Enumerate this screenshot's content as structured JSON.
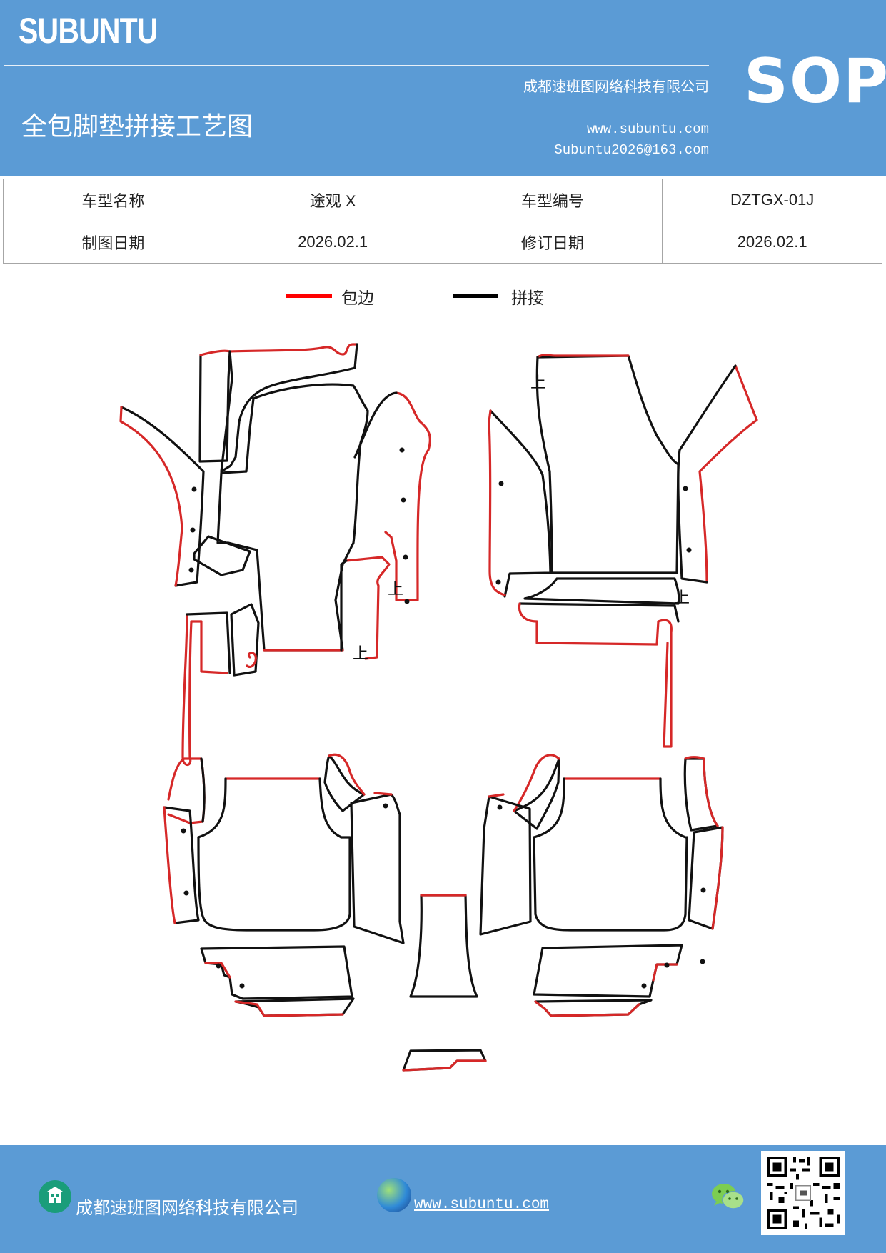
{
  "header": {
    "brand": "SUBUNTU",
    "company": "成都速班图网络科技有限公司",
    "title": "全包脚垫拼接工艺图",
    "website": "www.subuntu.com",
    "email": "Subuntu2026@163.com",
    "badge": "SOP"
  },
  "info_table": {
    "model_name_label": "车型名称",
    "model_name_value": "途观 X",
    "model_code_label": "车型编号",
    "model_code_value": "DZTGX-01J",
    "draw_date_label": "制图日期",
    "draw_date_value": "2026.02.1",
    "revise_date_label": "修订日期",
    "revise_date_value": "2026.02.1"
  },
  "legend": {
    "edge_label": "包边",
    "edge_color": "#ff0000",
    "join_label": "拼接",
    "join_color": "#000000"
  },
  "diagram": {
    "up_marker": "上",
    "edge_color": "#d62828",
    "join_color": "#111111"
  },
  "footer": {
    "company": "成都速班图网络科技有限公司",
    "website": "www.subuntu.com",
    "icons": [
      "building-icon",
      "globe-icon",
      "wechat-icon",
      "qr-code"
    ]
  },
  "colors": {
    "brand_blue": "#5b9bd5"
  }
}
